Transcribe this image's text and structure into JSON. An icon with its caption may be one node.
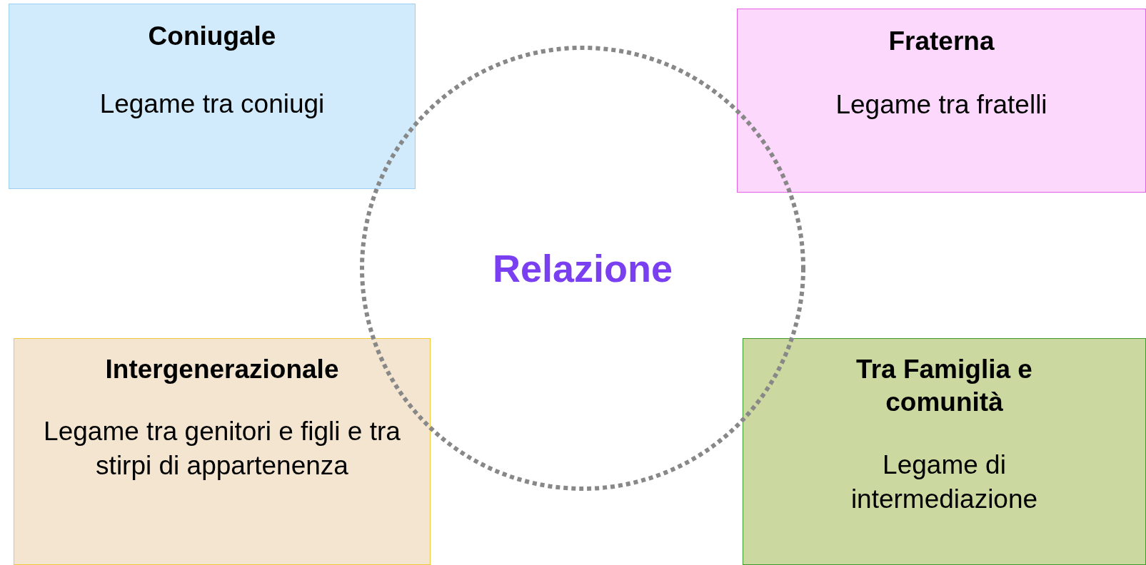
{
  "diagram": {
    "nodes": [
      {
        "text": [
          "Coniugale",
          "Legame tra coniugi"
        ]
      },
      {
        "text": [
          "Fraterna",
          "Legame tra fratelli"
        ]
      },
      {
        "text": [
          "Relazione"
        ]
      },
      {
        "text": [
          "Intergenerazionale",
          "Legame tra genitori e figli e tra stirpi di appartenenza"
        ]
      },
      {
        "text": [
          "Tra Famiglia e comunità",
          "Legame di intermediazione"
        ]
      }
    ]
  }
}
